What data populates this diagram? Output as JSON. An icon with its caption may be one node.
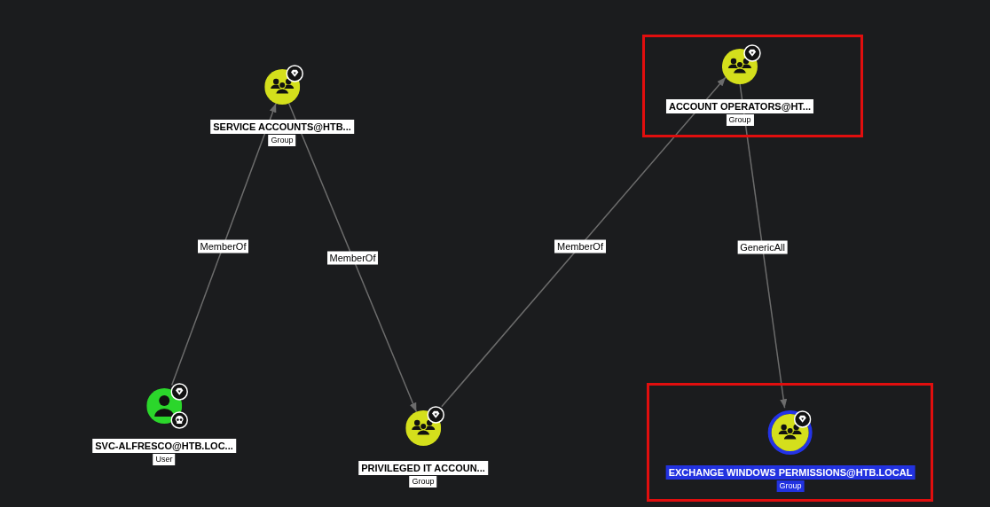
{
  "diagram": {
    "nodes": [
      {
        "text": [
          "SERVICE ACCOUNTS@HTB...",
          "Group"
        ]
      },
      {
        "text": [],
        "shape": "box"
      },
      {
        "text": [
          "ACCOUNT OPERATORS@HT...",
          "Group"
        ],
        "in": 1
      },
      {
        "text": [
          "SVC-ALFRESCO@HTB.LOC...",
          "User"
        ]
      },
      {
        "text": [
          "PRIVILEGED IT ACCOUN...",
          "Group"
        ]
      },
      {
        "text": [],
        "shape": "box"
      },
      {
        "text": [
          "EXCHANGE WINDOWS PERMISSIONS@HTB.LOCAL",
          "Group"
        ],
        "in": 5
      }
    ],
    "edges": [
      {
        "from": 3,
        "to": 0,
        "arrow": "to",
        "label": "MemberOf"
      },
      {
        "from": 0,
        "to": 4,
        "arrow": "to",
        "label": "MemberOf"
      },
      {
        "from": 4,
        "to": 2,
        "arrow": "to",
        "label": "MemberOf"
      },
      {
        "from": 2,
        "to": 6,
        "arrow": "to",
        "label": "GenericAll"
      }
    ]
  }
}
